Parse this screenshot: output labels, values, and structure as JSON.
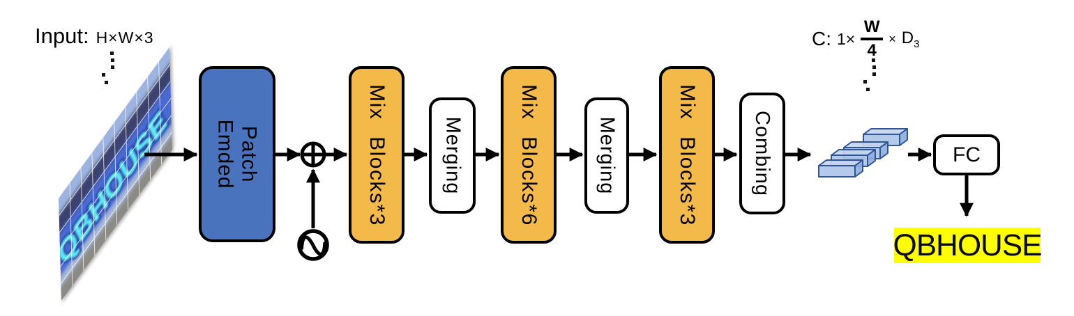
{
  "input": {
    "label": "Input:",
    "dims": "H×W×3",
    "image_text": "QBHOUSE"
  },
  "encoder": {
    "patch_embed": {
      "line1": "Patch",
      "line2": "Emded"
    },
    "stages": [
      {
        "label": "Mix Blocks*3",
        "type": "mix"
      },
      {
        "label": "Merging",
        "type": "merge"
      },
      {
        "label": "Mix Blocks*6",
        "type": "mix"
      },
      {
        "label": "Merging",
        "type": "merge"
      },
      {
        "label": "Mix Blocks*3",
        "type": "mix"
      },
      {
        "label": "Combing",
        "type": "combine"
      }
    ]
  },
  "head": {
    "fc_label": "FC"
  },
  "feature_label": {
    "prefix": "C:",
    "factor": "1×",
    "frac_numerator": "W",
    "frac_denominator": "4",
    "times": "×",
    "dim": "D",
    "dim_subscript": "3"
  },
  "output": {
    "text": "QBHOUSE"
  },
  "icons": {
    "add": "plus-circle",
    "positional_encoding": "sine-circle",
    "feature_tokens": "stacked-3d-bars",
    "ellipsis": "diagonal-dots"
  },
  "colors": {
    "patch_embed_fill": "#4a73bd",
    "mix_block_fill": "#f4ba49",
    "white_block_fill": "#ffffff",
    "output_highlight": "#ffff00",
    "bar_fill": "#aec6e8",
    "bar_edge": "#2f5597",
    "photo_sign_blue": "#4a6ad2",
    "photo_text_cyan": "#62eafa",
    "arrow": "#000000"
  }
}
